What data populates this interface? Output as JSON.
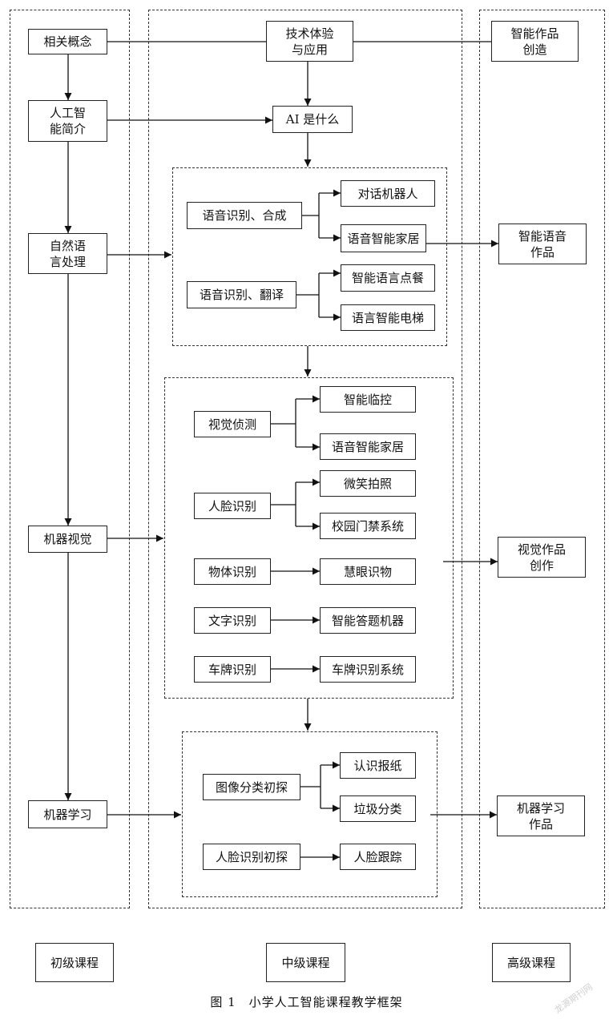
{
  "figure": {
    "caption": "图 1　小学人工智能课程教学框架",
    "watermark": "龙源期刊网"
  },
  "columns": {
    "beginner": "初级课程",
    "intermediate": "中级课程",
    "advanced": "高级课程"
  },
  "left": {
    "concepts": "相关概念",
    "ai_intro": "人工智\n能简介",
    "nlp": "自然语\n言处理",
    "vision": "机器视觉",
    "ml": "机器学习"
  },
  "middle": {
    "tech": "技术体验\n与应用",
    "what_is_ai": "AI 是什么",
    "speech": {
      "recog_synth": "语音识别、合成",
      "chatbot": "对话机器人",
      "smart_home": "语音智能家居",
      "recog_translate": "语音识别、翻译",
      "ordering": "智能语言点餐",
      "elevator": "语言智能电梯"
    },
    "visual": {
      "detect": "视觉侦测",
      "monitor": "智能临控",
      "smart_home": "语音智能家居",
      "face": "人脸识别",
      "smile": "微笑拍照",
      "gate": "校园门禁系统",
      "object": "物体识别",
      "smart_eye": "慧眼识物",
      "text": "文字识别",
      "answer_bot": "智能答题机器",
      "plate": "车牌识别",
      "plate_system": "车牌识别系统"
    },
    "ml": {
      "image_class": "图像分类初探",
      "newspaper": "认识报纸",
      "garbage": "垃圾分类",
      "face_intro": "人脸识别初探",
      "face_track": "人脸跟踪"
    }
  },
  "right": {
    "creation": "智能作品\n创造",
    "speech_work": "智能语音\n作品",
    "vision_work": "视觉作品\n创作",
    "ml_work": "机器学习\n作品"
  }
}
